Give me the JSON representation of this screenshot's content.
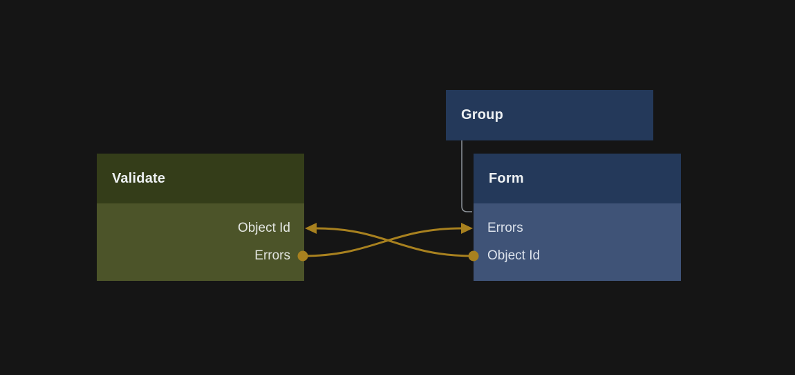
{
  "editor": {
    "background": "#151515"
  },
  "colors": {
    "wire": "#a8811f",
    "group_link": "#8f959b",
    "header_blue": "#24395a",
    "body_blue": "#3f5377",
    "header_olive": "#343d19",
    "body_olive": "#4c5429",
    "title_text": "#eef1f3",
    "port_text": "#e3e6e1"
  },
  "nodes": {
    "group": {
      "title": "Group"
    },
    "validate": {
      "title": "Validate",
      "ports": [
        {
          "label": "Object Id",
          "direction": "input"
        },
        {
          "label": "Errors",
          "direction": "output"
        }
      ]
    },
    "form": {
      "title": "Form",
      "ports": [
        {
          "label": "Errors",
          "direction": "input"
        },
        {
          "label": "Object Id",
          "direction": "output"
        }
      ]
    }
  },
  "connections": [
    {
      "from": "Validate.Errors",
      "to": "Form.Errors"
    },
    {
      "from": "Form.Object Id",
      "to": "Validate.Object Id"
    },
    {
      "from": "Group",
      "to": "Form",
      "type": "parent-child"
    }
  ]
}
